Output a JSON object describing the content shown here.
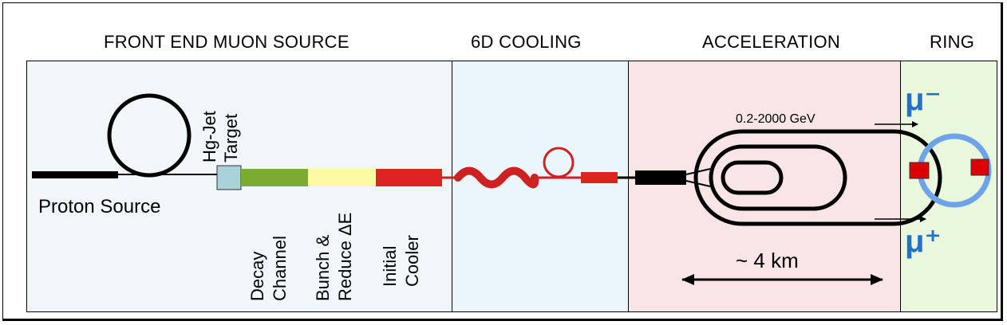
{
  "headers": {
    "front_end": "FRONT END MUON SOURCE",
    "cooling": "6D COOLING",
    "acceleration": "ACCELERATION",
    "ring": "RING"
  },
  "labels": {
    "proton_source": "Proton Source",
    "target_line1": "Hg-Jet",
    "target_line2": "Target",
    "decay_line1": "Decay",
    "decay_line2": "Channel",
    "bunch_line1": "Bunch &",
    "bunch_line2": "Reduce ΔE",
    "cooler_line1": "Initial",
    "cooler_line2": "Cooler",
    "energy": "0.2-2000 GeV",
    "scale": "~ 4 km",
    "mu_minus": "μ⁻",
    "mu_plus": "μ⁺"
  },
  "colors": {
    "front_end_bg": "#f1f6f9",
    "cooling_bg": "#ebf6fc",
    "acceleration_bg": "#f9e4e6",
    "ring_bg": "#e9f8dd",
    "decay": "#7cab34",
    "bunch": "#fefaa3",
    "cooler": "#dd2222",
    "target": "#a9d2d9",
    "muon": "#2270c8",
    "ring": "#6fa3e8"
  }
}
